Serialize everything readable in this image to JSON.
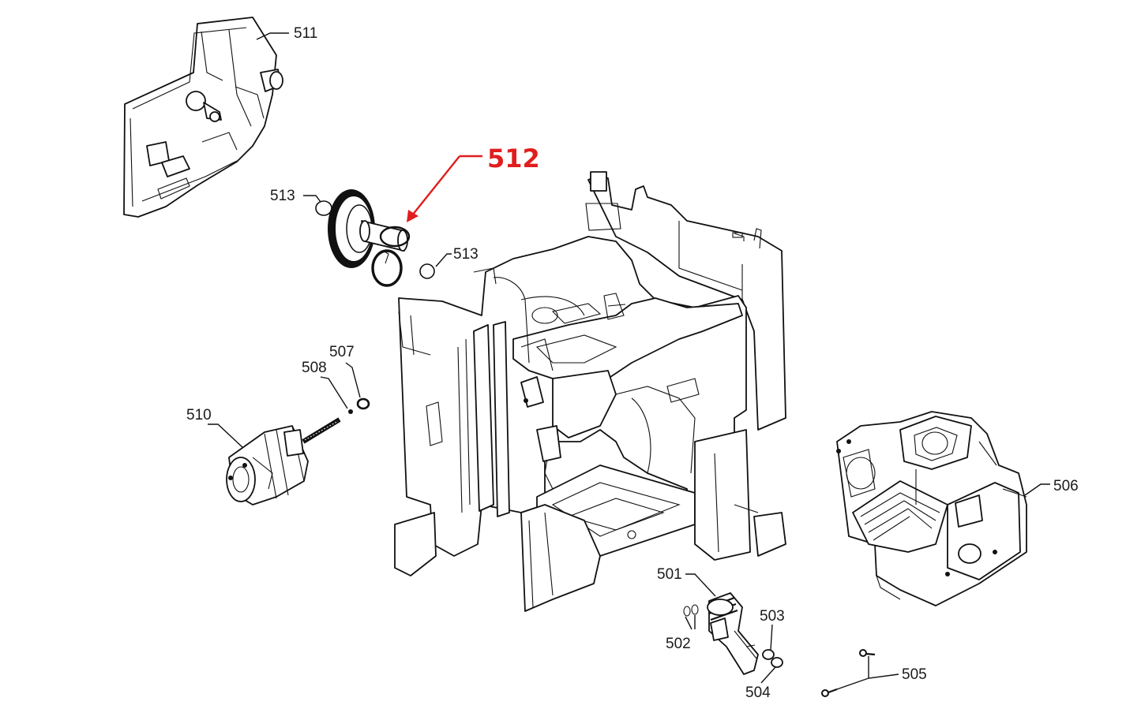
{
  "diagram": {
    "highlight_color": "#e01e1e",
    "labels": {
      "p501": "501",
      "p502": "502",
      "p503": "503",
      "p504": "504",
      "p505": "505",
      "p506": "506",
      "p507": "507",
      "p508": "508",
      "p510": "510",
      "p511": "511",
      "p512": "512",
      "p513a": "513",
      "p513b": "513"
    }
  }
}
